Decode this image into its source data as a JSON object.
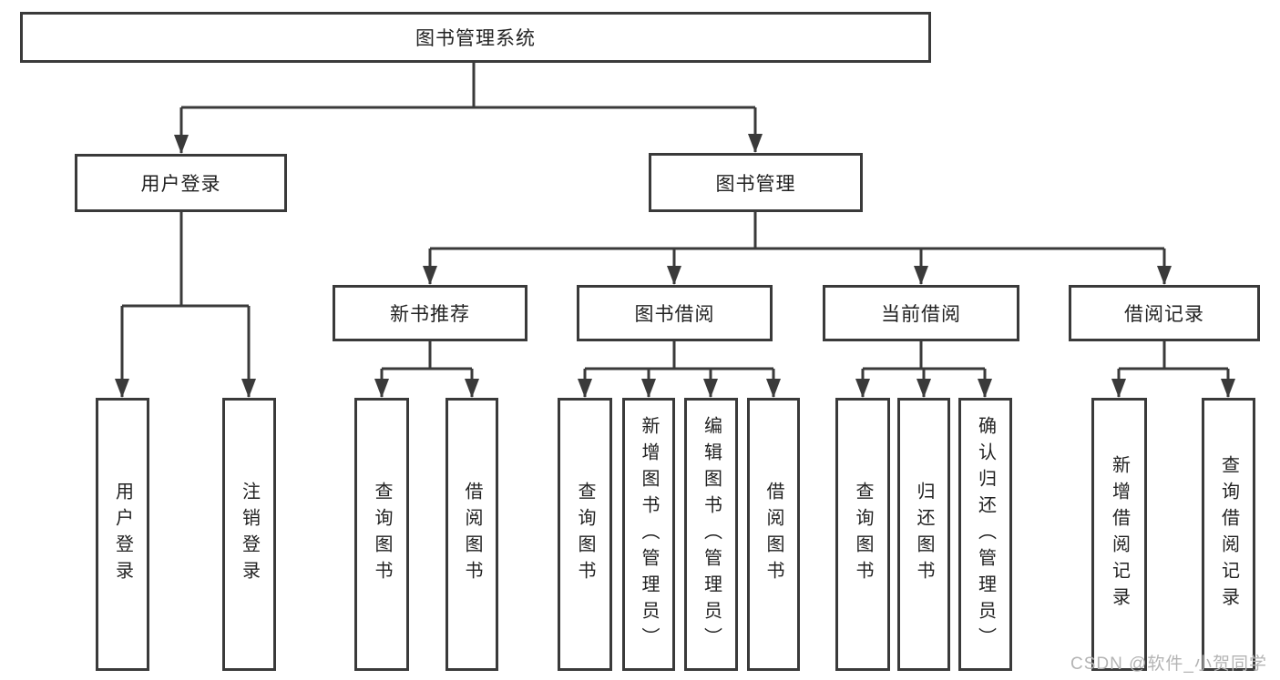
{
  "diagram": {
    "root": {
      "label": "图书管理系统"
    },
    "level2": [
      {
        "label": "用户登录"
      },
      {
        "label": "图书管理"
      }
    ],
    "level3": [
      {
        "label": "新书推荐"
      },
      {
        "label": "图书借阅"
      },
      {
        "label": "当前借阅"
      },
      {
        "label": "借阅记录"
      }
    ],
    "leaves": {
      "user": [
        "用户登录",
        "注销登录"
      ],
      "newbook": [
        "查询图书",
        "借阅图书"
      ],
      "borrow": [
        "查询图书",
        "新增图书（管理员）",
        "编辑图书（管理员）",
        "借阅图书"
      ],
      "current": [
        "查询图书",
        "归还图书",
        "确认归还（管理员）"
      ],
      "records": [
        "新增借阅记录",
        "查询借阅记录"
      ]
    },
    "colors": {
      "line": "#3a3a3a",
      "box_border": "#3a3a3a",
      "box_fill": "#ffffff",
      "text": "#222222",
      "watermark": "#b4b4b4"
    }
  },
  "watermark": "CSDN @软件_小贺同学"
}
